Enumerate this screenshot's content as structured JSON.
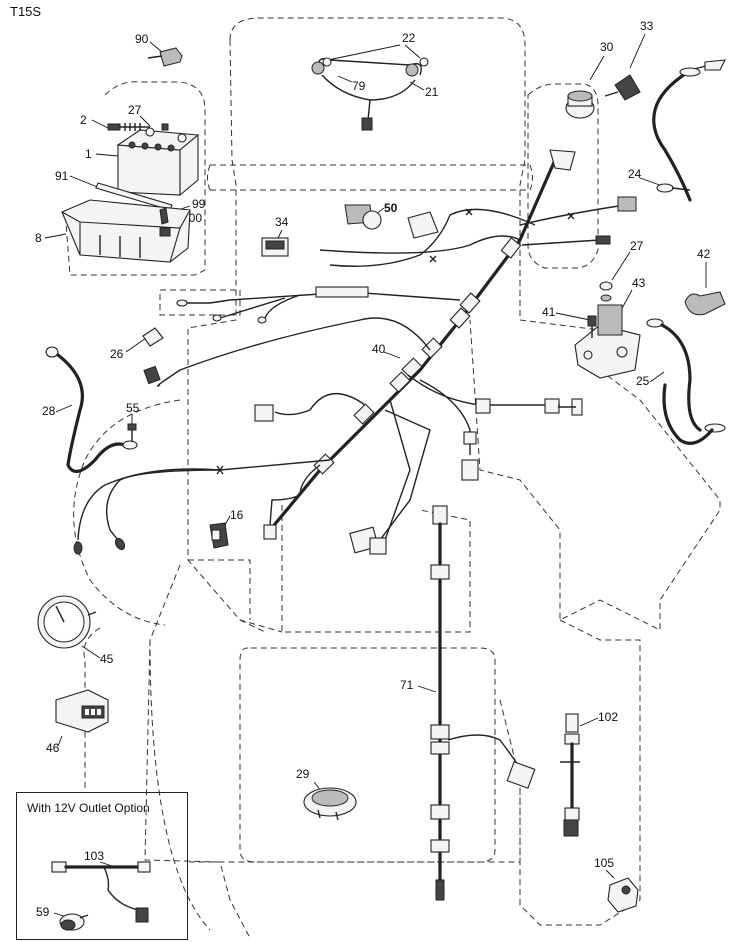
{
  "title": "T15S",
  "inset": {
    "title": "With 12V Outlet Option"
  },
  "callouts": {
    "c90": "90",
    "c22": "22",
    "c79": "79",
    "c21": "21",
    "c2": "2",
    "c27a": "27",
    "c1": "1",
    "c91": "91",
    "c99": "99",
    "c100": "100",
    "c8": "8",
    "c30": "30",
    "c33": "33",
    "c24": "24",
    "c34": "34",
    "c50": "50",
    "c27b": "27",
    "c42": "42",
    "c41": "41",
    "c43": "43",
    "c26": "26",
    "c40": "40",
    "c25": "25",
    "c28": "28",
    "c55": "55",
    "c16": "16",
    "c45": "45",
    "c71": "71",
    "c102": "102",
    "c46": "46",
    "c29": "29",
    "c103": "103",
    "c59": "59",
    "c105": "105"
  },
  "icons": [
    "battery-icon",
    "battery-tray-icon",
    "ignition-switch-icon",
    "key-icon",
    "solenoid-icon",
    "hour-meter-icon",
    "gauge-icon",
    "switch-icon",
    "fuse-icon",
    "connector-icon",
    "outlet-icon"
  ]
}
